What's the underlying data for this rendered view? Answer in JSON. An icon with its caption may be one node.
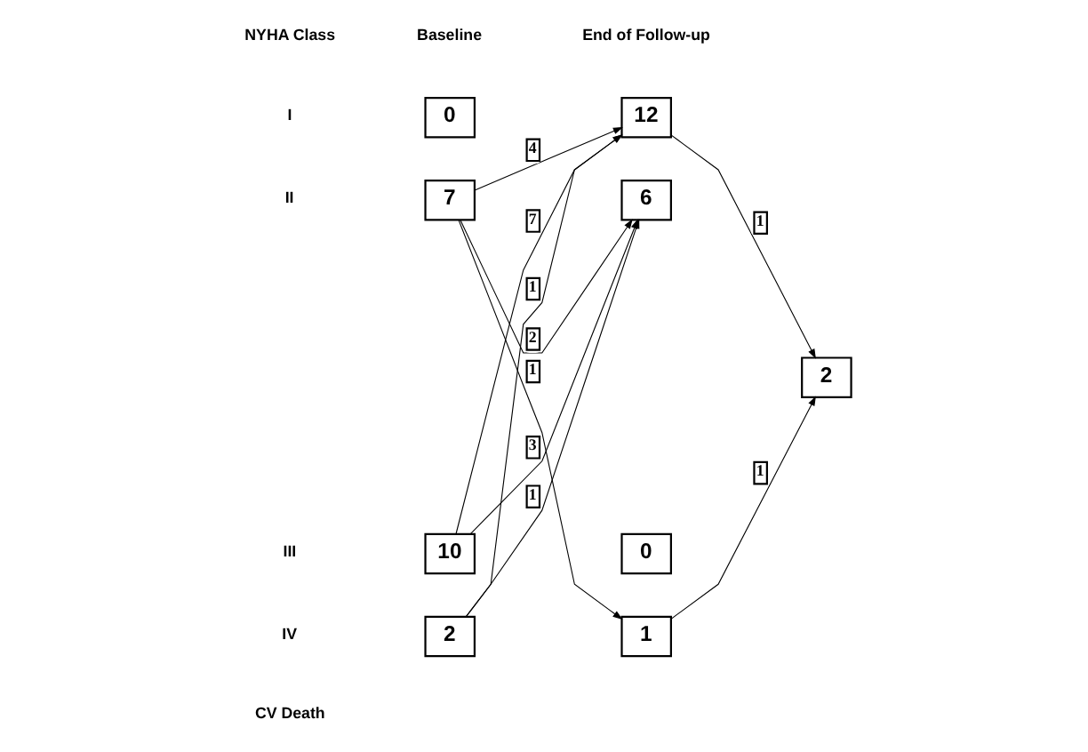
{
  "diagram": {
    "nodes": [
      {
        "text": [
          "0"
        ]
      },
      {
        "text": [
          "7"
        ]
      },
      {
        "text": [
          "10"
        ]
      },
      {
        "text": [
          "2"
        ]
      },
      {
        "text": [
          "12"
        ]
      },
      {
        "text": [
          "6"
        ]
      },
      {
        "text": [
          "0"
        ]
      },
      {
        "text": [
          "1"
        ]
      },
      {
        "text": [
          "2"
        ]
      }
    ],
    "edges": [
      {
        "from": 1,
        "to": 4,
        "arrow": "to",
        "label": "4"
      },
      {
        "from": 1,
        "to": 5,
        "arrow": "to",
        "label": "2"
      },
      {
        "from": 1,
        "to": 7,
        "arrow": "to",
        "label": "1"
      },
      {
        "from": 2,
        "to": 4,
        "arrow": "to",
        "label": "7"
      },
      {
        "from": 2,
        "to": 5,
        "arrow": "to",
        "label": "3"
      },
      {
        "from": 3,
        "to": 4,
        "arrow": "to",
        "label": "1"
      },
      {
        "from": 3,
        "to": 5,
        "arrow": "to",
        "label": "1"
      },
      {
        "from": 4,
        "to": 8,
        "arrow": "to",
        "label": "1"
      },
      {
        "from": 7,
        "to": 8,
        "arrow": "to",
        "label": "1"
      }
    ],
    "labels": [
      "NYHA Class",
      "Baseline",
      "End of Follow-up",
      "I",
      "II",
      "III",
      "IV",
      "CV Death"
    ]
  }
}
